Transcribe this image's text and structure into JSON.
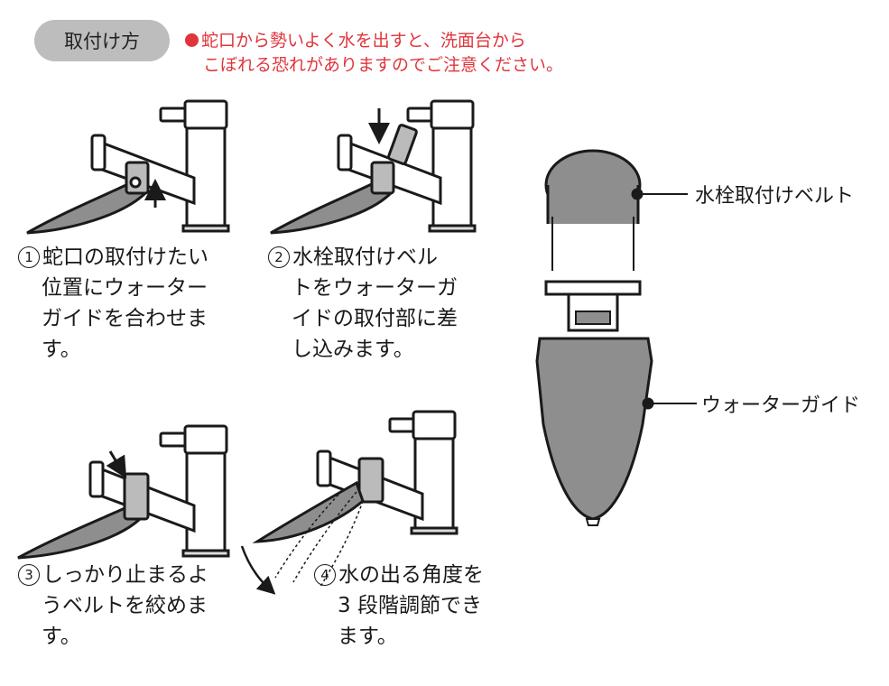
{
  "header": {
    "badge_label": "取付け方",
    "warning_line1": "蛇口から勢いよく水を出すと、洗面台から",
    "warning_line2": "こぼれる恐れがありますのでご注意ください。"
  },
  "steps": [
    {
      "number": "1",
      "line1": "蛇口の取付けたい",
      "lines": [
        "位置にウォーター",
        "ガイドを合わせま",
        "す。"
      ]
    },
    {
      "number": "2",
      "line1": "水栓取付けベル",
      "lines": [
        "トをウォーターガ",
        "イドの取付部に差",
        "し込みます。"
      ]
    },
    {
      "number": "3",
      "line1": "しっかり止まるよ",
      "lines": [
        "うベルトを絞めま",
        "す。"
      ]
    },
    {
      "number": "4",
      "line1": "水の出る角度を",
      "lines": [
        "3 段階調節でき",
        "ます。"
      ]
    }
  ],
  "callouts": {
    "belt": "水栓取付けベルト",
    "guide": "ウォーターガイド"
  },
  "colors": {
    "badge": "#bdbdbd",
    "warning": "#e0353c",
    "guide_fill": "#8e8e8e",
    "line": "#1a1a1a"
  }
}
